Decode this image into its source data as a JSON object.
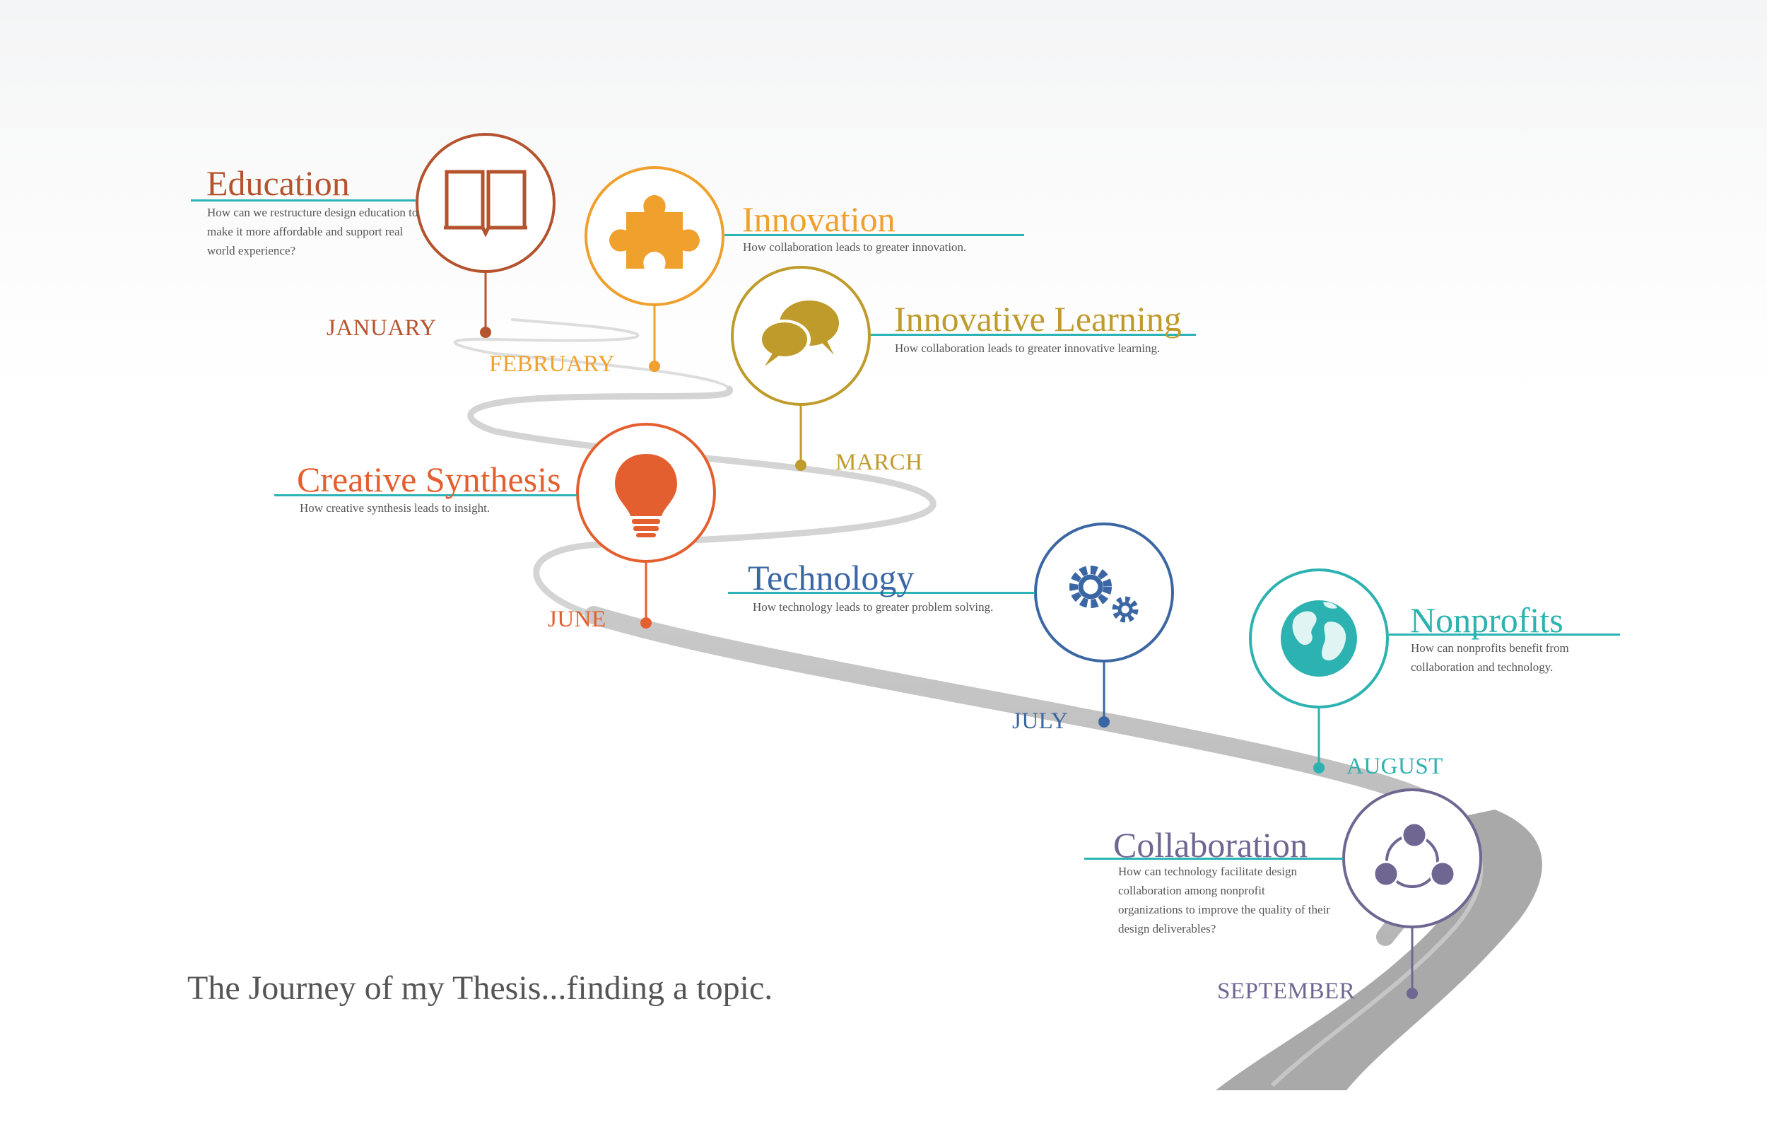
{
  "caption": "The Journey of my Thesis...finding a topic.",
  "colors": {
    "teal_rule": "#2bb3b5",
    "road_light": "#d9d9d9",
    "road_dark": "#aeaeae"
  },
  "milestones": [
    {
      "id": "education",
      "title": "Education",
      "desc": "How can we restructure design education to make it more affordable and support real world experience?",
      "month": "JANUARY",
      "color": "#b4532e",
      "icon": "book-icon"
    },
    {
      "id": "innovation",
      "title": "Innovation",
      "desc": "How collaboration leads to greater innovation.",
      "month": "FEBRUARY",
      "color": "#f0a02c",
      "icon": "puzzle-icon"
    },
    {
      "id": "innovative-learning",
      "title": "Innovative Learning",
      "desc": "How collaboration leads to greater innovative learning.",
      "month": "MARCH",
      "color": "#bf9b2b",
      "icon": "chat-bubbles-icon"
    },
    {
      "id": "creative-synthesis",
      "title": "Creative Synthesis",
      "desc": "How creative synthesis leads to insight.",
      "month": "JUNE",
      "color": "#e45f2f",
      "icon": "lightbulb-icon"
    },
    {
      "id": "technology",
      "title": "Technology",
      "desc": "How technology leads to greater problem solving.",
      "month": "JULY",
      "color": "#3a67a3",
      "icon": "gears-icon"
    },
    {
      "id": "nonprofits",
      "title": "Nonprofits",
      "desc": "How can nonprofits benefit from collaboration and technology.",
      "month": "AUGUST",
      "color": "#2cb2b0",
      "icon": "globe-icon"
    },
    {
      "id": "collaboration",
      "title": "Collaboration",
      "desc": "How can technology facilitate design collaboration among nonprofit organizations to improve the quality of their design deliverables?",
      "month": "SEPTEMBER",
      "color": "#6f6692",
      "icon": "network-icon"
    }
  ]
}
